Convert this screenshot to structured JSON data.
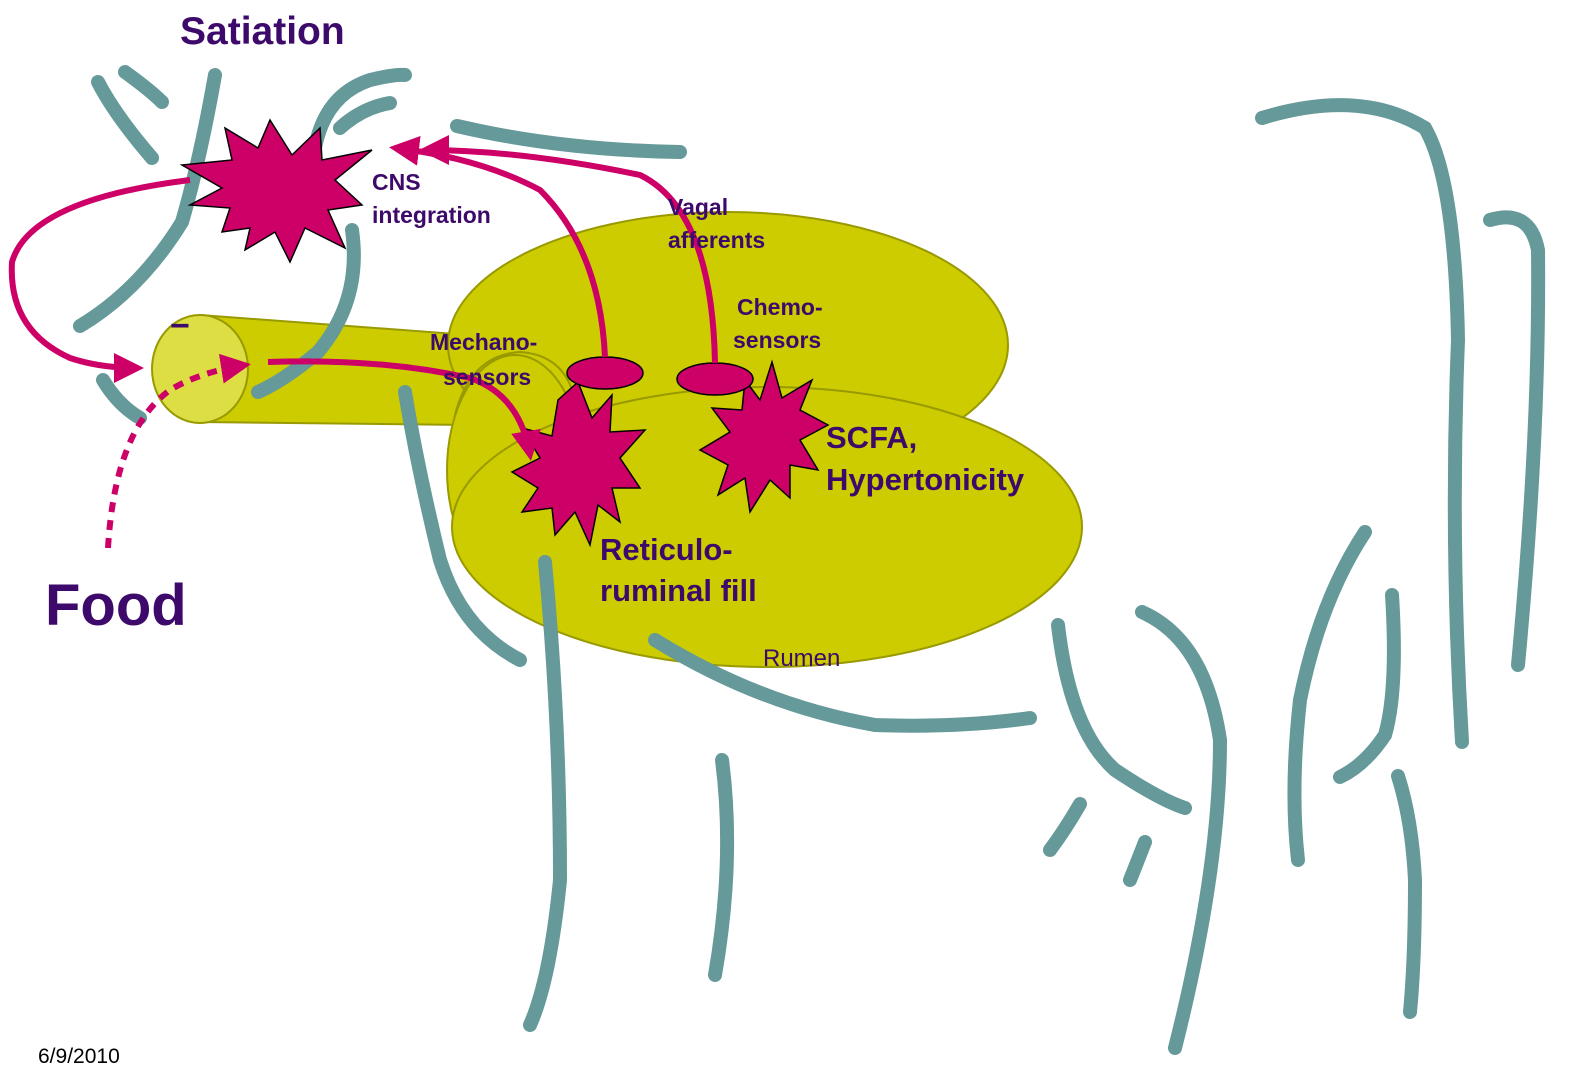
{
  "labels": {
    "satiation": "Satiation",
    "cns_line1": "CNS",
    "cns_line2": "integration",
    "vagal_line1": "Vagal",
    "vagal_line2": "afferents",
    "chemo_line1": "Chemo-",
    "chemo_line2": "sensors",
    "mechano_line1": "Mechano-",
    "mechano_line2": "sensors",
    "scfa_line1": "SCFA,",
    "scfa_line2": "Hypertonicity",
    "fill_line1": "Reticulo-",
    "fill_line2": "ruminal fill",
    "food": "Food",
    "rumen": "Rumen",
    "inhibit_sign": "−",
    "date": "6/9/2010"
  },
  "colors": {
    "cow_outline": "#669999",
    "organ_fill": "#cccc00",
    "signal": "#cc0066",
    "text": "#3d0a6b"
  }
}
